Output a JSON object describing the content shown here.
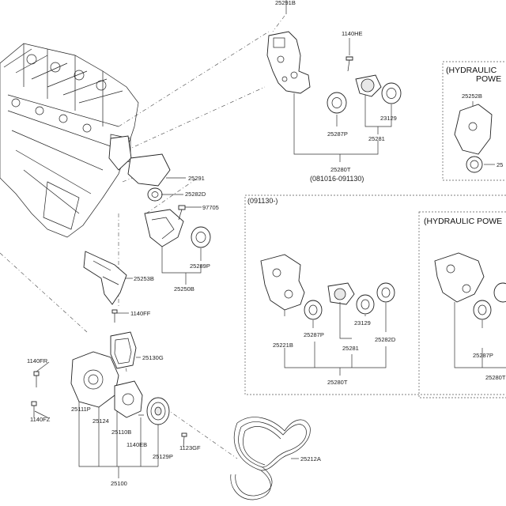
{
  "labels": {
    "p25291B": "25291B",
    "p1140HE": "1140HE",
    "p23129_top": "23129",
    "p25287P_top": "25287P",
    "p25281_top": "25281",
    "p25280T_top": "25280T",
    "range_top": "(081016-091130)",
    "p25291": "25291",
    "p25282D_left": "25282D",
    "p97705": "97705",
    "p25289P": "25289P",
    "p25250B": "25250B",
    "p25253B": "25253B",
    "p1140FF": "1140FF",
    "p1140FR": "1140FR",
    "p25130G": "25130G",
    "p25111P": "25111P",
    "p25124": "25124",
    "p25110B": "25110B",
    "p1140EB": "1140EB",
    "p25129P": "25129P",
    "p1123GF": "1123GF",
    "p1140FZ": "1140FZ",
    "p25100": "25100",
    "p25212A": "25212A",
    "range_mid": "(091130-)",
    "p25221B": "25221B",
    "p25287P_mid": "25287P",
    "p23129_mid": "23129",
    "p25281_mid": "25281",
    "p25282D_mid": "25282D",
    "p25280T_mid": "25280T",
    "p25287P_right": "25287P",
    "p25280T_right": "25280T",
    "p25252B": "25252B",
    "p25_cut": "25",
    "hyd1_line1": "(HYDRAULIC",
    "hyd1_line2": "POWE",
    "hyd2_line1": "(HYDRAULIC POWE"
  }
}
